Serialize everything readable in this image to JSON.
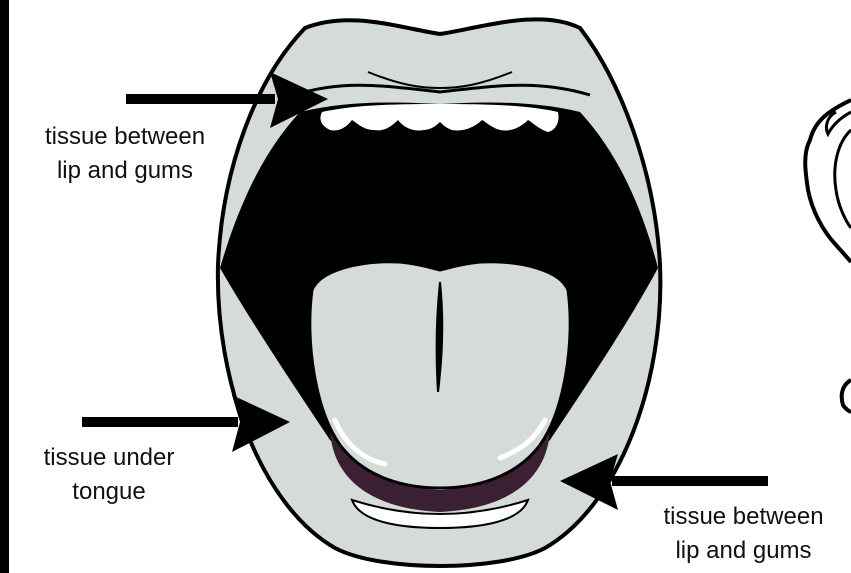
{
  "labels": {
    "upper_lip": {
      "line1": "tissue between",
      "line2": "lip and gums"
    },
    "under_tongue": {
      "line1": "tissue under",
      "line2": "tongue"
    },
    "lower_lip": {
      "line1": "tissue between",
      "line2": "lip and gums"
    }
  },
  "colors": {
    "lip": "#d5dbd8",
    "mouth": "#000000",
    "tongue": "#d5dbd8",
    "lower_gum": "#3b1f33",
    "teeth": "#ffffff"
  }
}
